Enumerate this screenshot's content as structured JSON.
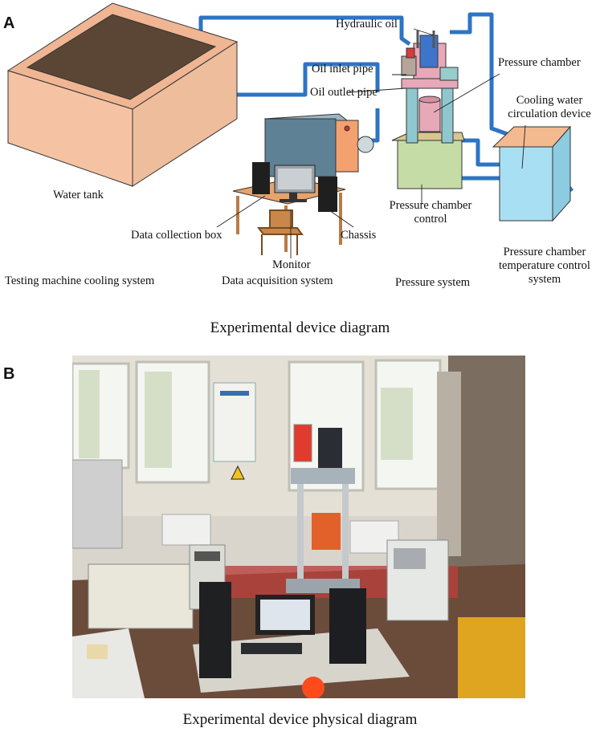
{
  "panel_a": {
    "letter": "A",
    "labels": {
      "water_tank": "Water tank",
      "hydraulic_oil": "Hydraulic oil",
      "oil_inlet_pipe": "Oil inlet pipe",
      "oil_outlet_pipe": "Oil outlet pipe",
      "pressure_chamber": "Pressure chamber",
      "cooling_water_line1": "Cooling water",
      "cooling_water_line2": "circulation device",
      "pc_control_line1": "Pressure chamber",
      "pc_control_line2": "control",
      "data_collection_box": "Data collection box",
      "chassis": "Chassis",
      "monitor": "Monitor",
      "data_acquisition_system": "Data acquisition system",
      "testing_machine_cooling_system": "Testing machine cooling system",
      "pressure_system": "Pressure system",
      "pc_temp_line1": "Pressure chamber",
      "pc_temp_line2": "temperature control",
      "pc_temp_line3": "system"
    },
    "caption": "Experimental device diagram"
  },
  "panel_b": {
    "letter": "B",
    "caption": "Experimental device physical diagram"
  },
  "colors": {
    "pipe_blue": "#2e74c4",
    "tank_peach": "#f5c3a3",
    "tank_inner": "#5b4636",
    "cooler_cyan": "#a9dff2",
    "machine_green": "#c5dca7",
    "chamber_pink": "#e7a8b8",
    "column_teal": "#8fc7cf"
  }
}
